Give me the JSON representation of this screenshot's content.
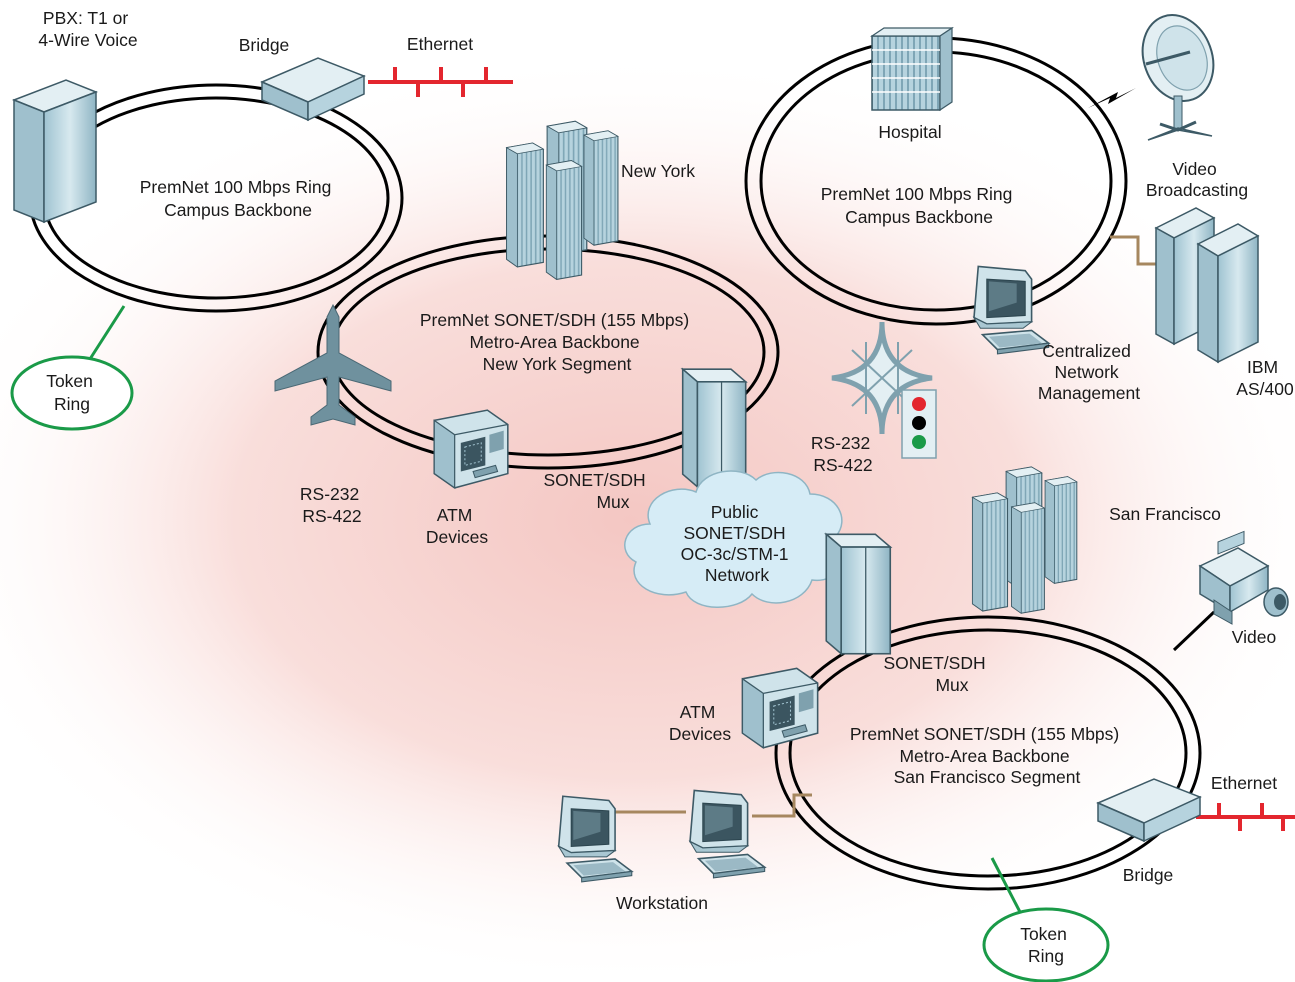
{
  "labels": {
    "pbx": [
      "PBX: T1 or",
      "4-Wire Voice"
    ],
    "bridge_top": "Bridge",
    "ethernet_top": "Ethernet",
    "ring_campus_left": [
      "PremNet 100 Mbps Ring",
      "Campus Backbone"
    ],
    "token_ring_left": [
      "Token",
      "Ring"
    ],
    "new_york": "New York",
    "ring_ny": [
      "PremNet SONET/SDH (155 Mbps)",
      "Metro-Area Backbone",
      "New York Segment"
    ],
    "rs_left": [
      "RS-232",
      "RS-422"
    ],
    "atm_left": [
      "ATM",
      "Devices"
    ],
    "sonet_mux_left": [
      "SONET/SDH",
      "Mux"
    ],
    "cloud": [
      "Public",
      "SONET/SDH",
      "OC-3c/STM-1",
      "Network"
    ],
    "rs_right": [
      "RS-232",
      "RS-422"
    ],
    "hospital": "Hospital",
    "video_broadcasting": [
      "Video",
      "Broadcasting"
    ],
    "ring_campus_right": [
      "PremNet 100 Mbps Ring",
      "Campus Backbone"
    ],
    "ibm": [
      "IBM",
      "AS/400"
    ],
    "network_mgmt": [
      "Centralized",
      "Network",
      "Management"
    ],
    "san_francisco": "San Francisco",
    "video": "Video",
    "sonet_mux_right": [
      "SONET/SDH",
      "Mux"
    ],
    "atm_right": [
      "ATM",
      "Devices"
    ],
    "ring_sf": [
      "PremNet SONET/SDH (155 Mbps)",
      "Metro-Area Backbone",
      "San Francisco Segment"
    ],
    "ethernet_bottom": "Ethernet",
    "bridge_bottom": "Bridge",
    "workstation": "Workstation",
    "token_ring_bottom": [
      "Token",
      "Ring"
    ]
  },
  "colors": {
    "ethernet": "#e3262e",
    "token_ring": "#1a9a48",
    "link_brown": "#a6875f",
    "device_fill": "#c5dde6",
    "device_stroke": "#3d5a66",
    "glow": "#f4c7c3",
    "light_red": "#e3262e",
    "light_green": "#1a9a48"
  },
  "icons": [
    "pbx-cabinet-icon",
    "bridge-icon",
    "skyscraper-icon",
    "hospital-building-icon",
    "satellite-dish-icon",
    "lightning-icon",
    "airplane-icon",
    "atm-machine-icon",
    "sonet-mux-icon",
    "network-cloud-icon",
    "highway-interchange-icon",
    "traffic-light-icon",
    "workstation-icon",
    "server-tower-icon",
    "video-camera-icon"
  ]
}
